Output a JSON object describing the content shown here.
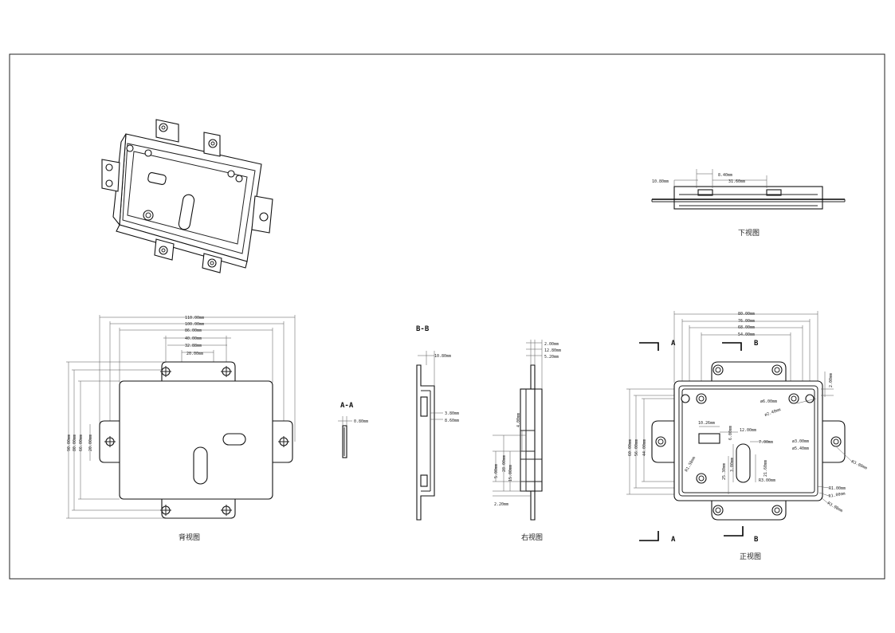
{
  "views": {
    "bottom": {
      "caption": "下视图",
      "dims": [
        "8.40mm",
        "10.80mm",
        "31.60mm"
      ]
    },
    "back": {
      "caption": "背视图",
      "width_dims": [
        "110.00mm",
        "100.00mm",
        "86.00mm",
        "40.00mm",
        "32.88mm",
        "20.00mm"
      ],
      "height_dims": [
        "90.00mm",
        "80.00mm",
        "66.00mm",
        "20.00mm"
      ]
    },
    "section_a": {
      "label": "A-A",
      "dims": [
        "0.80mm"
      ]
    },
    "section_b": {
      "label": "B-B",
      "dims": [
        "10.80mm",
        "3.80mm",
        "8.60mm"
      ]
    },
    "right": {
      "caption": "右视图",
      "dims": [
        "2.00mm",
        "12.80mm",
        "5.20mm",
        "4.00mm",
        "5.00mm",
        "28.00mm",
        "15.00mm",
        "2.20mm"
      ]
    },
    "front": {
      "caption": "正视图",
      "width_dims": [
        "80.00mm",
        "76.00mm",
        "68.00mm",
        "54.00mm"
      ],
      "height_dims": [
        "60.00mm",
        "56.00mm",
        "44.00mm"
      ],
      "dims": [
        "2.00mm",
        "ø6.00mm",
        "ø2.40mm",
        "10.26mm",
        "6.00mm",
        "12.00mm",
        "7.00mm",
        "ø3.00mm",
        "ø5.40mm",
        "R3.00mm",
        "R1.50mm",
        "25.30mm",
        "3.00mm",
        "21.60mm",
        "R3.00mm",
        "R1.00mm",
        "R1.00mm",
        "R3.00mm"
      ],
      "markers": [
        "A",
        "B",
        "A",
        "B"
      ]
    }
  }
}
